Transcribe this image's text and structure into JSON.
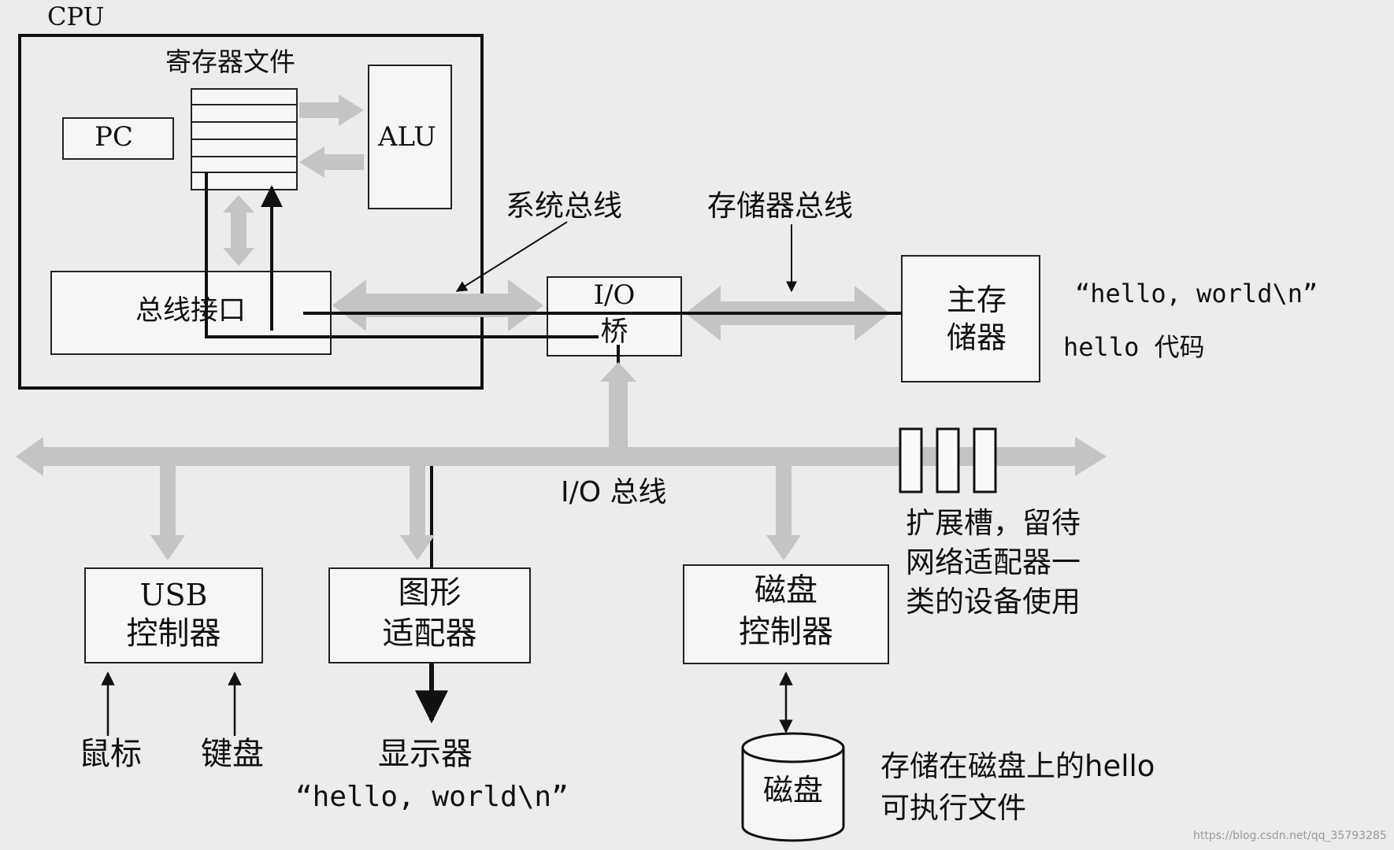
{
  "cpu": {
    "title": "CPU",
    "register_file_label": "寄存器文件",
    "pc_label": "PC",
    "alu_label": "ALU",
    "bus_interface_label": "总线接口"
  },
  "buses": {
    "system_bus_label": "系统总线",
    "memory_bus_label": "存储器总线",
    "io_bus_label": "I/O 总线"
  },
  "io_bridge": {
    "line1": "I/O",
    "line2": "桥"
  },
  "main_memory": {
    "line1": "主存",
    "line2": "储器",
    "string_label": "“hello, world\\n”",
    "code_label": "hello 代码"
  },
  "usb_controller": {
    "line1": "USB",
    "line2": "控制器"
  },
  "graphics_adapter": {
    "line1": "图形",
    "line2": "适配器"
  },
  "disk_controller": {
    "line1": "磁盘",
    "line2": "控制器"
  },
  "expansion_slots": {
    "line1": "扩展槽，留待",
    "line2": "网络适配器一",
    "line3": "类的设备使用"
  },
  "devices": {
    "mouse": "鼠标",
    "keyboard": "键盘",
    "display": "显示器",
    "display_output": "“hello, world\\n”",
    "disk": "磁盘"
  },
  "disk_note": {
    "line1": "存储在磁盘上的hello",
    "line2": "可执行文件"
  },
  "watermark": "https://blog.csdn.net/qq_35793285"
}
